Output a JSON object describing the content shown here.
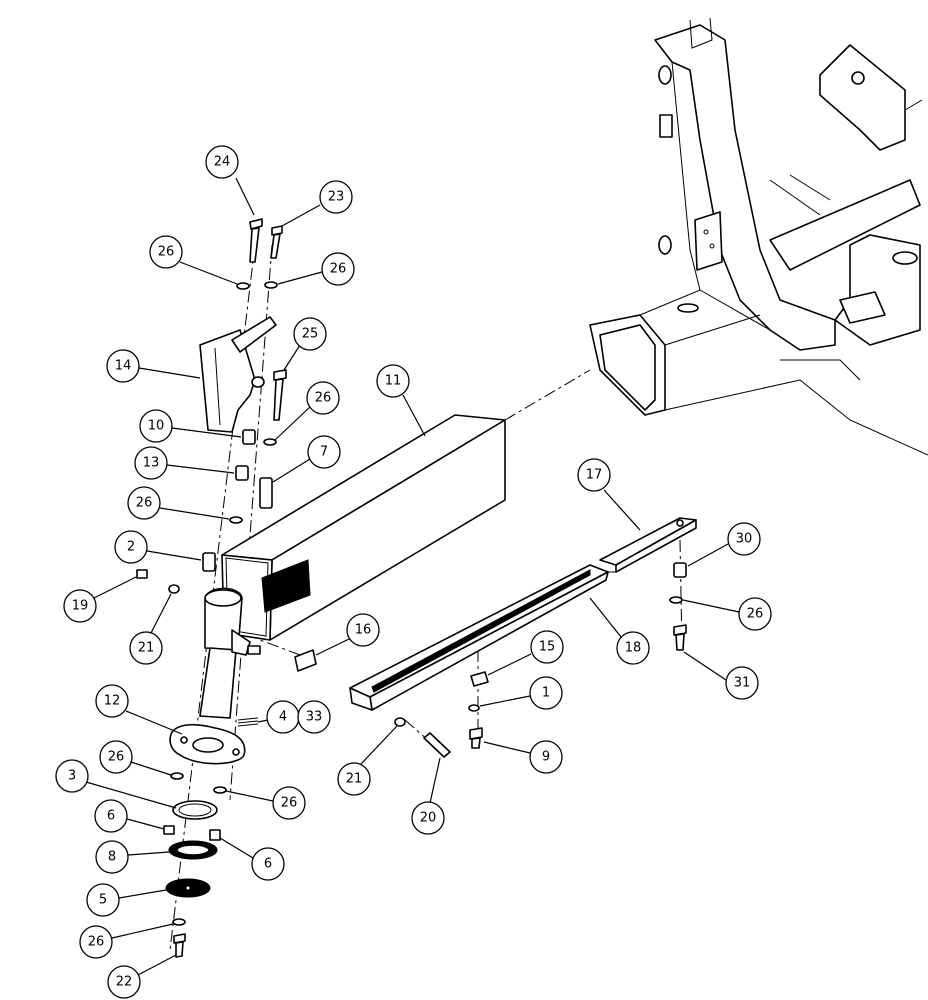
{
  "balloons": [
    {
      "id": "b-24",
      "label": "24"
    },
    {
      "id": "b-23",
      "label": "23"
    },
    {
      "id": "b-26a",
      "label": "26"
    },
    {
      "id": "b-26b",
      "label": "26"
    },
    {
      "id": "b-14",
      "label": "14"
    },
    {
      "id": "b-25",
      "label": "25"
    },
    {
      "id": "b-11",
      "label": "11"
    },
    {
      "id": "b-10",
      "label": "10"
    },
    {
      "id": "b-26c",
      "label": "26"
    },
    {
      "id": "b-13",
      "label": "13"
    },
    {
      "id": "b-7",
      "label": "7"
    },
    {
      "id": "b-26d",
      "label": "26"
    },
    {
      "id": "b-2",
      "label": "2"
    },
    {
      "id": "b-19",
      "label": "19"
    },
    {
      "id": "b-21a",
      "label": "21"
    },
    {
      "id": "b-17",
      "label": "17"
    },
    {
      "id": "b-30",
      "label": "30"
    },
    {
      "id": "b-26e",
      "label": "26"
    },
    {
      "id": "b-16",
      "label": "16"
    },
    {
      "id": "b-18",
      "label": "18"
    },
    {
      "id": "b-31",
      "label": "31"
    },
    {
      "id": "b-15",
      "label": "15"
    },
    {
      "id": "b-1",
      "label": "1"
    },
    {
      "id": "b-12",
      "label": "12"
    },
    {
      "id": "b-4",
      "label": "4"
    },
    {
      "id": "b-33",
      "label": "33"
    },
    {
      "id": "b-9",
      "label": "9"
    },
    {
      "id": "b-26f",
      "label": "26"
    },
    {
      "id": "b-3",
      "label": "3"
    },
    {
      "id": "b-26g",
      "label": "26"
    },
    {
      "id": "b-21b",
      "label": "21"
    },
    {
      "id": "b-20",
      "label": "20"
    },
    {
      "id": "b-6a",
      "label": "6"
    },
    {
      "id": "b-8",
      "label": "8"
    },
    {
      "id": "b-6b",
      "label": "6"
    },
    {
      "id": "b-5",
      "label": "5"
    },
    {
      "id": "b-26h",
      "label": "26"
    },
    {
      "id": "b-22",
      "label": "22"
    }
  ]
}
